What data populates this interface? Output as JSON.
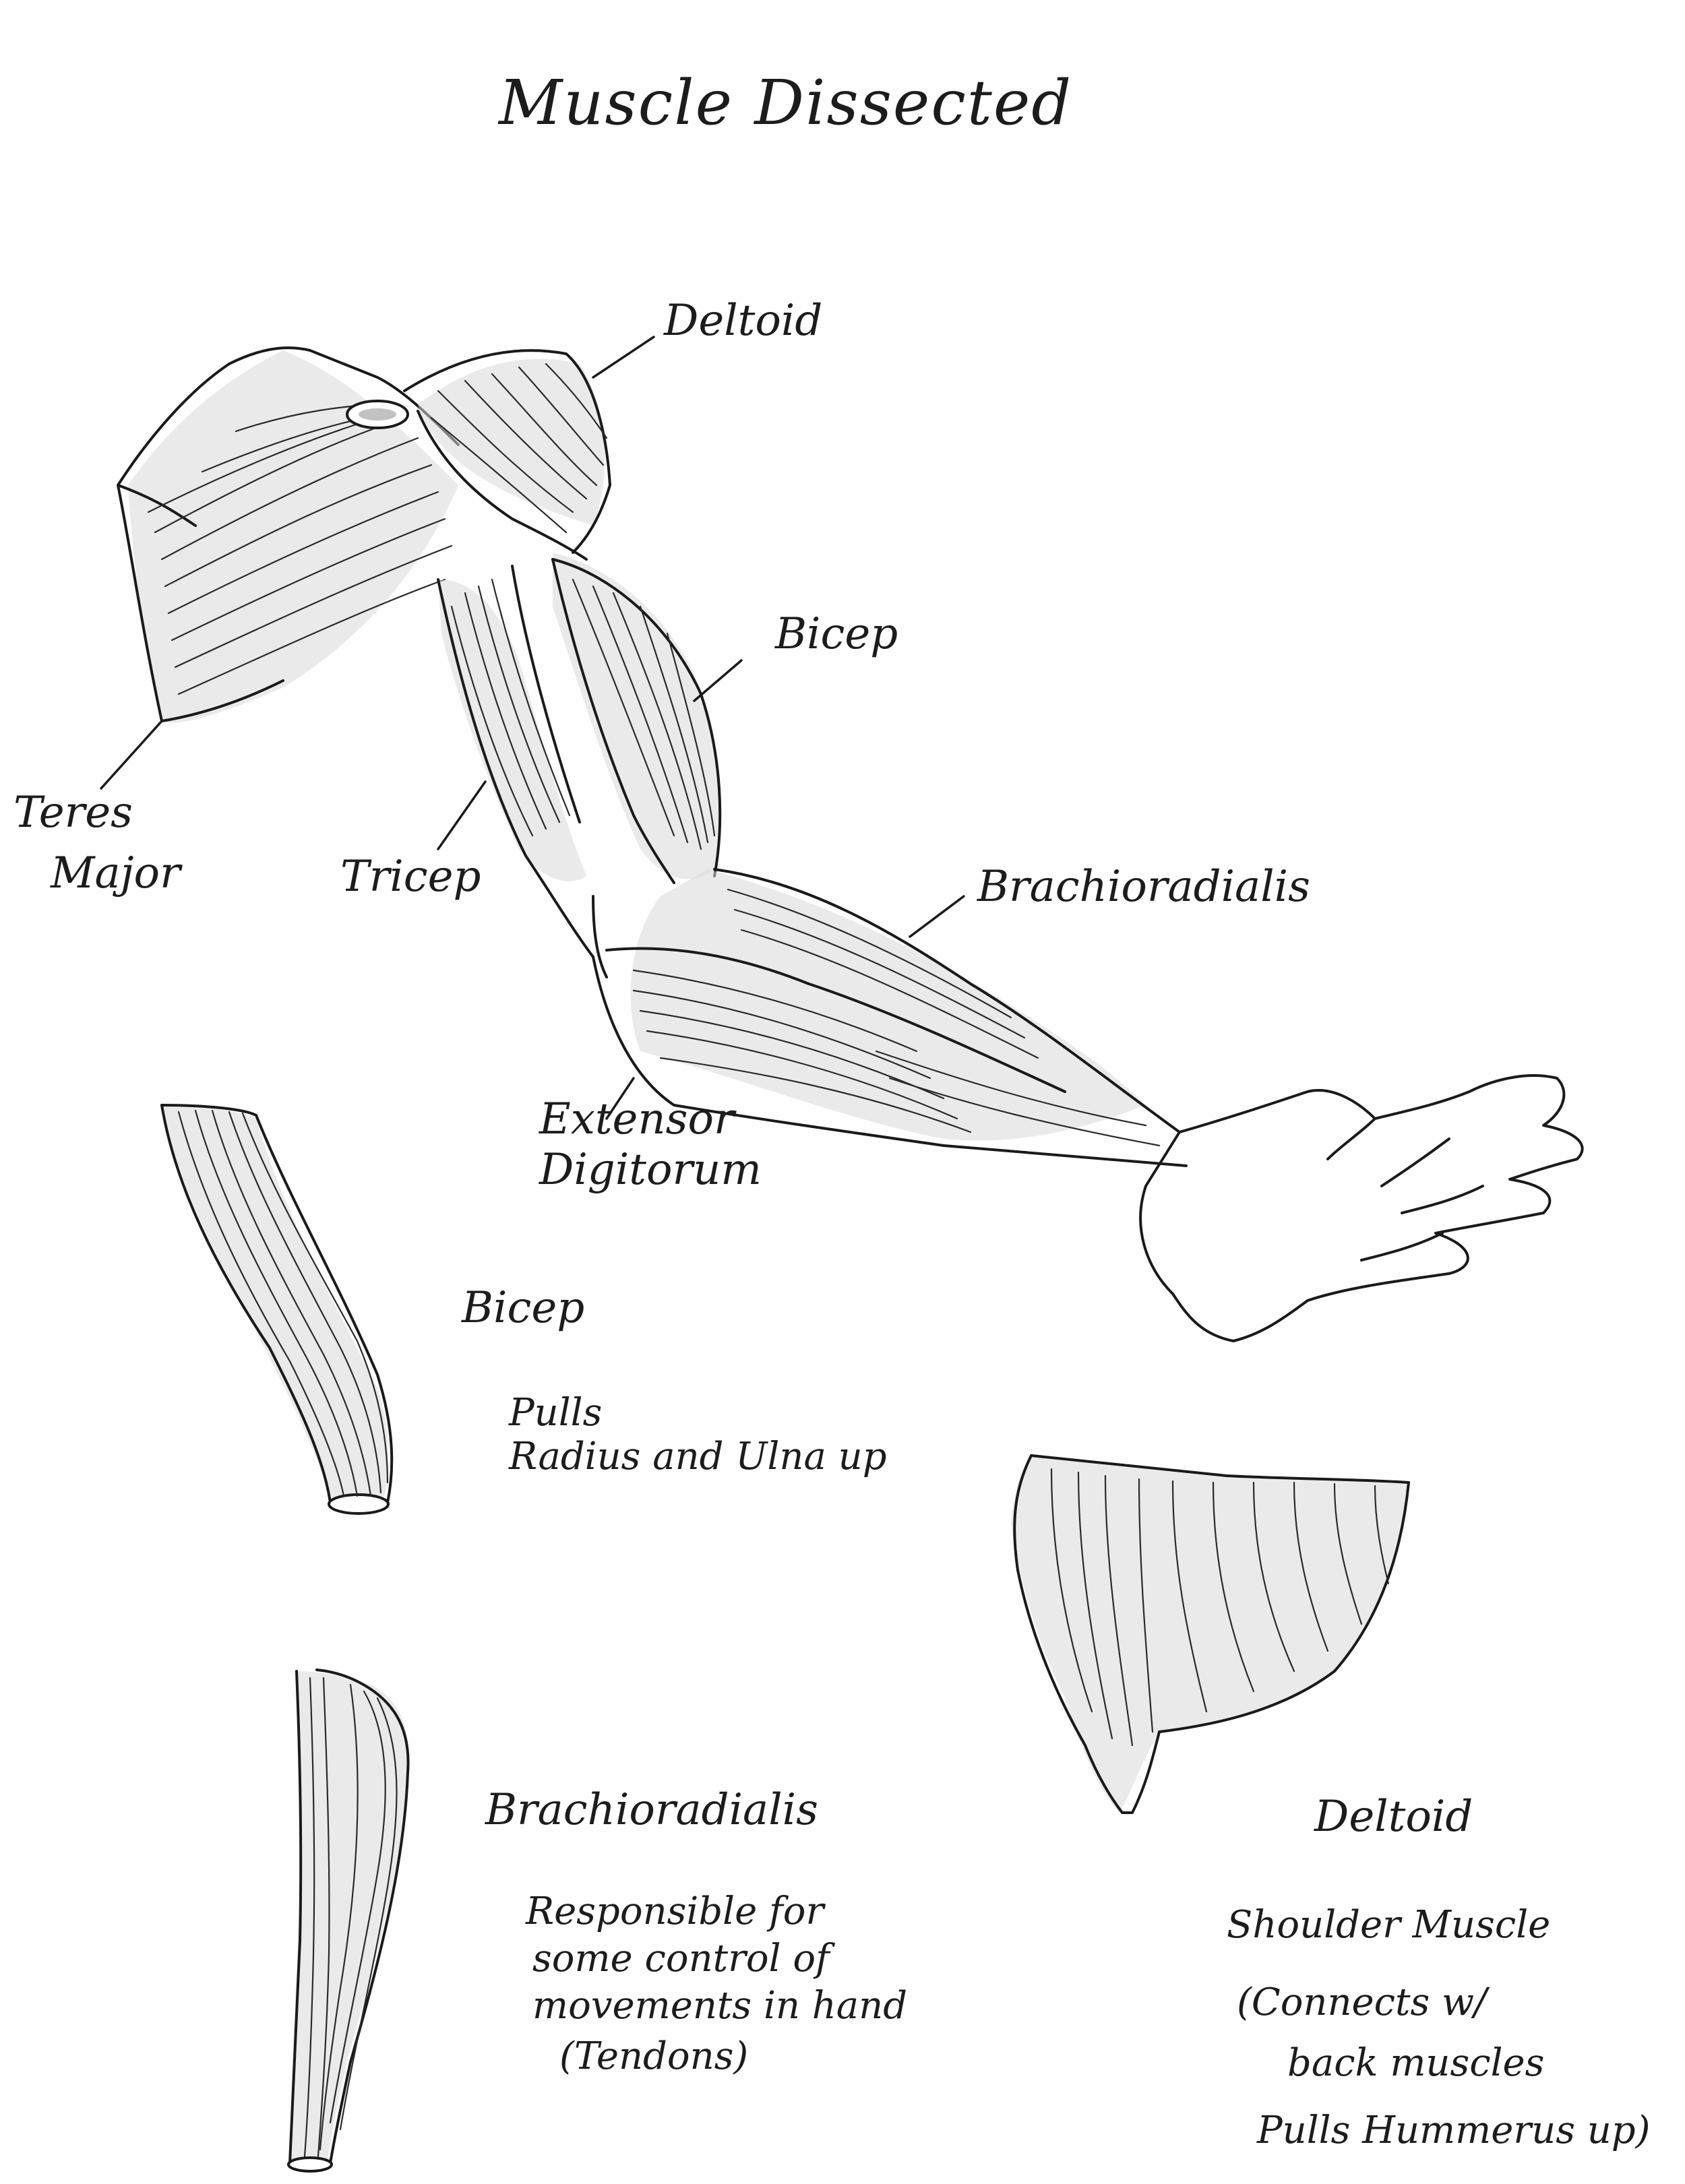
{
  "title": "Muscle Dissected",
  "arm_labels": {
    "deltoid": "Deltoid",
    "bicep": "Bicep",
    "teres_major_line1": "Teres",
    "teres_major_line2": "Major",
    "tricep": "Tricep",
    "brachioradialis": "Brachioradialis",
    "extensor_line1": "Extensor",
    "extensor_line2": "Digitorum"
  },
  "details": {
    "bicep": {
      "name": "Bicep",
      "desc_line1": "Pulls",
      "desc_line2": "Radius and Ulna up"
    },
    "brachioradialis": {
      "name": "Brachioradialis",
      "desc_line1": "Responsible for",
      "desc_line2": "some control of",
      "desc_line3": "movements in hand",
      "desc_line4": "(Tendons)"
    },
    "deltoid": {
      "name": "Deltoid",
      "desc_line1": "Shoulder Muscle",
      "desc_line2": "(Connects w/",
      "desc_line3": "back muscles",
      "desc_line4": "Pulls Hummerus up)"
    }
  }
}
